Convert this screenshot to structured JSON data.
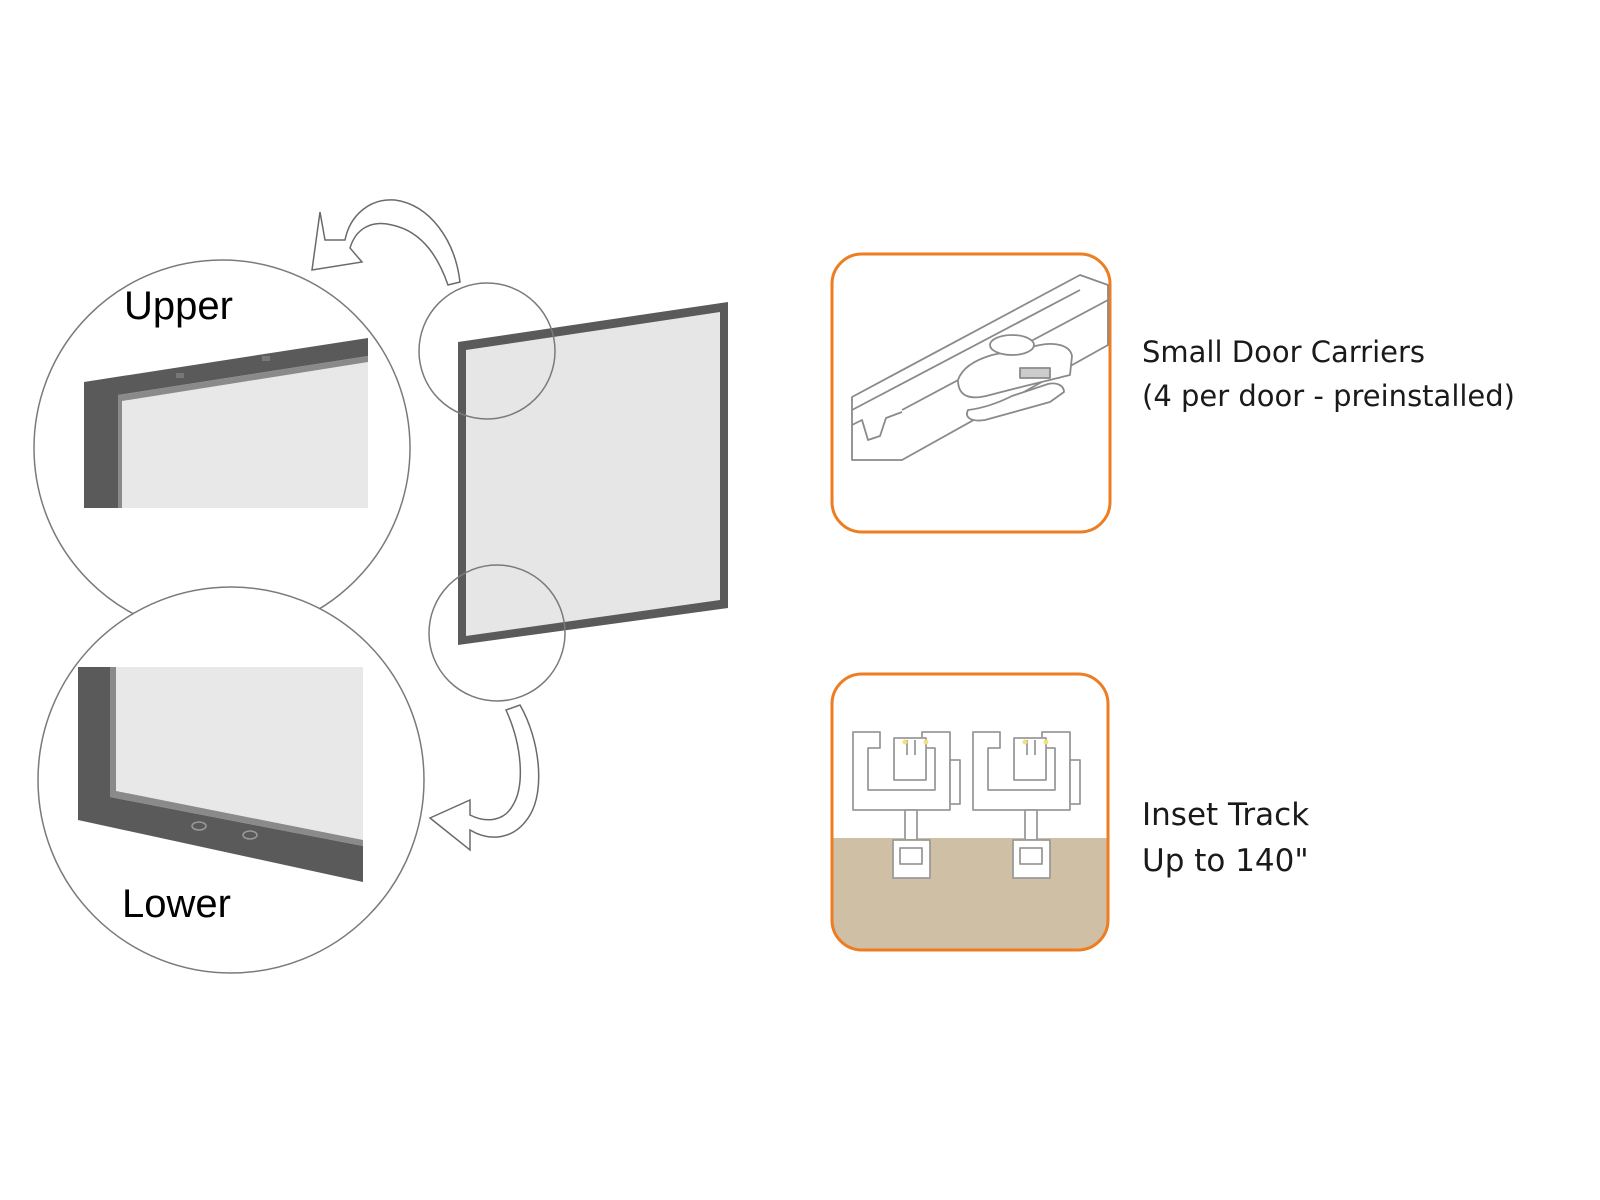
{
  "detail_callouts": {
    "upper": {
      "label": "Upper"
    },
    "lower": {
      "label": "Lower"
    }
  },
  "components": {
    "carriers": {
      "title": "Small Door Carriers",
      "note": "(4 per door - preinstalled)"
    },
    "track": {
      "title": "Inset Track",
      "note": "Up to 140\""
    }
  },
  "colors": {
    "frame_accent": "#ee7d22",
    "door_frame": "#5a5a5a",
    "door_panel": "#e4e4e4",
    "floor": "#cfbfa5",
    "outline": "#777777"
  },
  "icons": [
    "rotate-arrow-icon",
    "magnify-circle-icon",
    "carrier-icon",
    "track-icon"
  ]
}
